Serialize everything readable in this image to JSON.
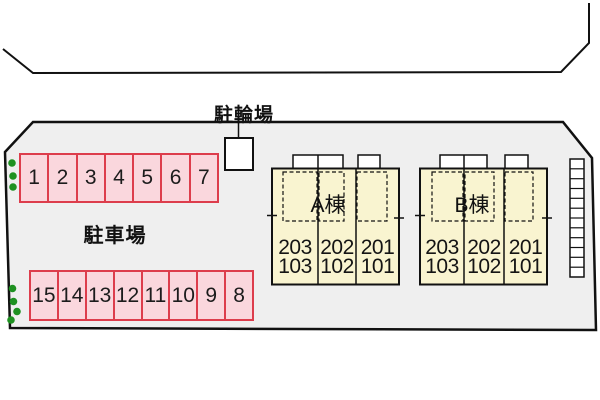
{
  "site": {
    "bicycle_parking_label": "駐輪場",
    "car_parking_label": "駐車場",
    "parking_row_top": [
      "1",
      "2",
      "3",
      "4",
      "5",
      "6",
      "7"
    ],
    "parking_row_bottom": [
      "15",
      "14",
      "13",
      "12",
      "11",
      "10",
      "9",
      "8"
    ],
    "buildings": [
      {
        "name": "A棟",
        "units": [
          {
            "upper": "203",
            "lower": "103"
          },
          {
            "upper": "202",
            "lower": "102"
          },
          {
            "upper": "201",
            "lower": "101"
          }
        ]
      },
      {
        "name": "B棟",
        "units": [
          {
            "upper": "203",
            "lower": "103"
          },
          {
            "upper": "202",
            "lower": "102"
          },
          {
            "upper": "201",
            "lower": "101"
          }
        ]
      }
    ]
  },
  "colors": {
    "line": "#111111",
    "site_fill": "#efefef",
    "parking_fill": "#fad7dd",
    "parking_border": "#dd3d4c",
    "building_fill": "#f9f4d0",
    "tree_green": "#1e9121"
  }
}
